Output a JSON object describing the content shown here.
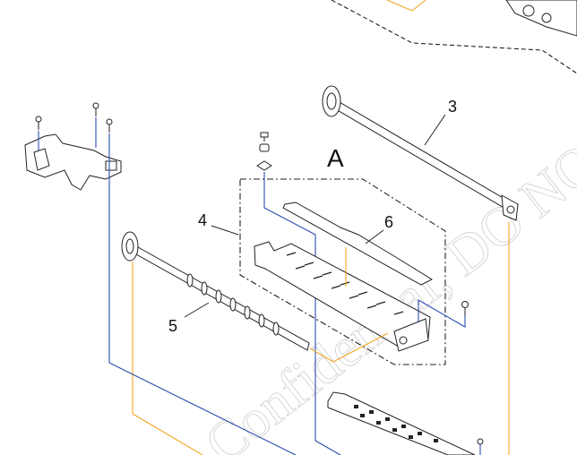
{
  "callouts": {
    "part_3": "3",
    "part_4": "4",
    "part_5": "5",
    "part_6": "6",
    "view_a": "A"
  },
  "watermark": "Confidential, DO NOT",
  "colors": {
    "leader_blue": "#2b4fb0",
    "leader_orange": "#f5a623"
  }
}
